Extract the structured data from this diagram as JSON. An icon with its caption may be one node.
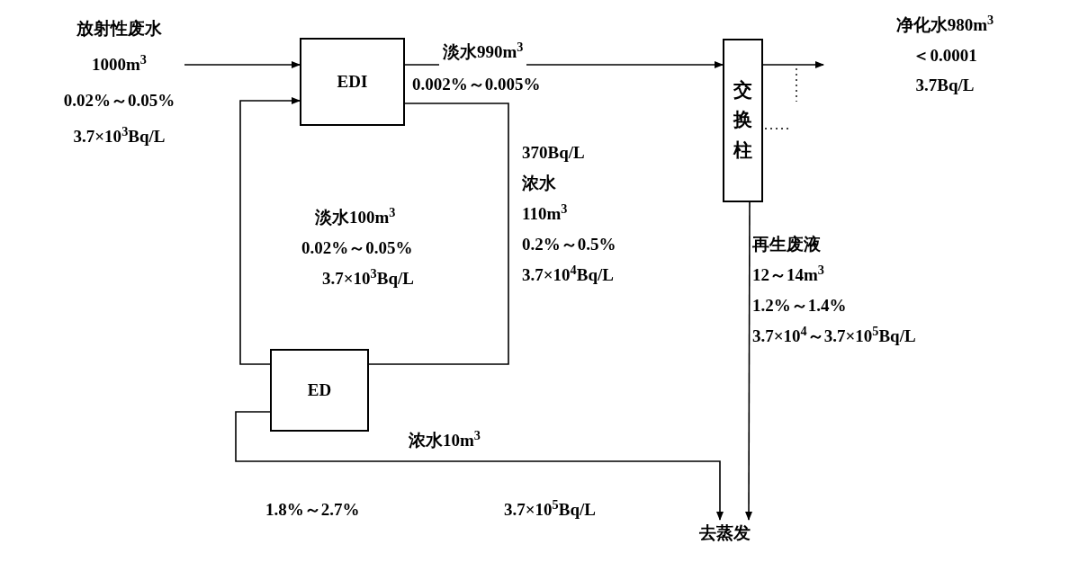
{
  "diagram": {
    "nodes": [
      {
        "text": [
          "放射性废水",
          "1000m$^{3}$",
          "0.02%～0.05%",
          "3.7×10$^{3}$Bq/L"
        ]
      },
      {
        "text": [
          "EDI"
        ]
      },
      {
        "text": [
          "交换柱"
        ]
      },
      {
        "text": [
          "净化水980m$^{3}$",
          "＜0.0001",
          "3.7Bq/L"
        ]
      },
      {
        "text": [
          "ED"
        ]
      },
      {
        "text": [
          "去蒸发"
        ]
      }
    ],
    "edges": [
      {
        "from": 0,
        "to": 1,
        "arrow": "to"
      },
      {
        "from": 1,
        "to": 2,
        "arrow": "to",
        "label": "淡水990m$^{3}$"
      },
      {
        "from": 2,
        "to": 3,
        "arrow": "to"
      },
      {
        "from": 1,
        "to": 4,
        "arrow": "none"
      },
      {
        "from": 4,
        "to": 1,
        "arrow": "to"
      },
      {
        "from": 4,
        "to": 5,
        "arrow": "to",
        "label": "浓水10m$^{3}$"
      },
      {
        "from": 2,
        "to": 5,
        "arrow": "to"
      }
    ],
    "labels": [
      "0.002%～0.005%",
      "淡水100m$^{3}$",
      "0.02%～0.05%",
      "3.7×10$^{3}$Bq/L",
      "370Bq/L",
      "浓水",
      "110m$^{3}$",
      "0.2%～0.5%",
      "3.7×10$^{4}$Bq/L",
      "再生废液",
      "12～14m$^{3}$",
      "1.2%～1.4%",
      "3.7×10$^{4}$～3.7×10$^{5}$Bq/L",
      "1.8%～2.7%",
      "3.7×10$^{5}$Bq/L"
    ]
  }
}
